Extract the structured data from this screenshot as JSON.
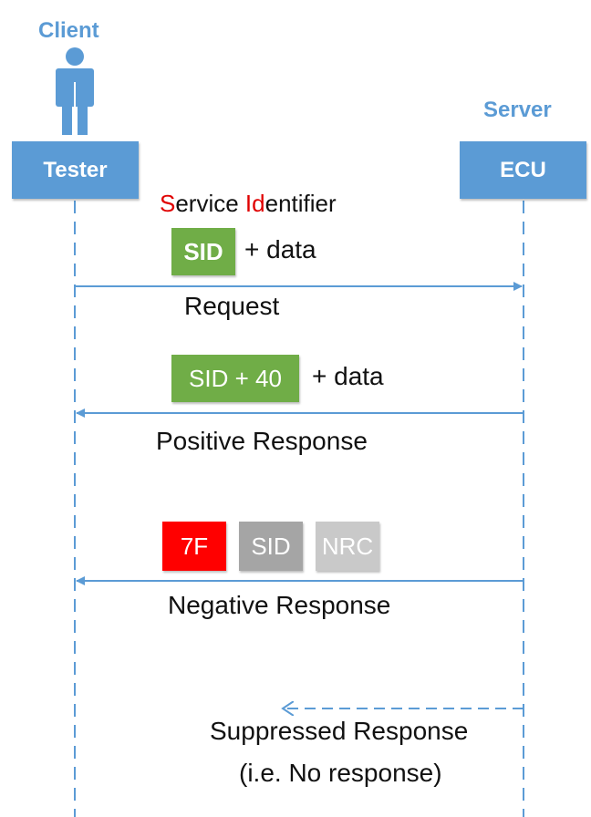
{
  "client": {
    "role": "Client",
    "label": "Tester"
  },
  "server": {
    "role": "Server",
    "label": "ECU"
  },
  "service_identifier": {
    "s": "S",
    "ervice": "ervice ",
    "id": "Id",
    "entifier": "entifier"
  },
  "request": {
    "sid": "SID",
    "data": "+ data",
    "label": "Request"
  },
  "positive": {
    "sid": "SID + 40",
    "data": "+ data",
    "label": "Positive Response"
  },
  "negative": {
    "code": "7F",
    "sid": "SID",
    "nrc": "NRC",
    "label": "Negative Response"
  },
  "suppressed": {
    "line1": "Suppressed Response",
    "line2": "(i.e. No response)"
  },
  "colors": {
    "accent": "#5b9bd5",
    "green": "#70ad47",
    "red": "#ff0000",
    "gray": "#a5a5a5",
    "light_gray": "#c9c9c9"
  }
}
